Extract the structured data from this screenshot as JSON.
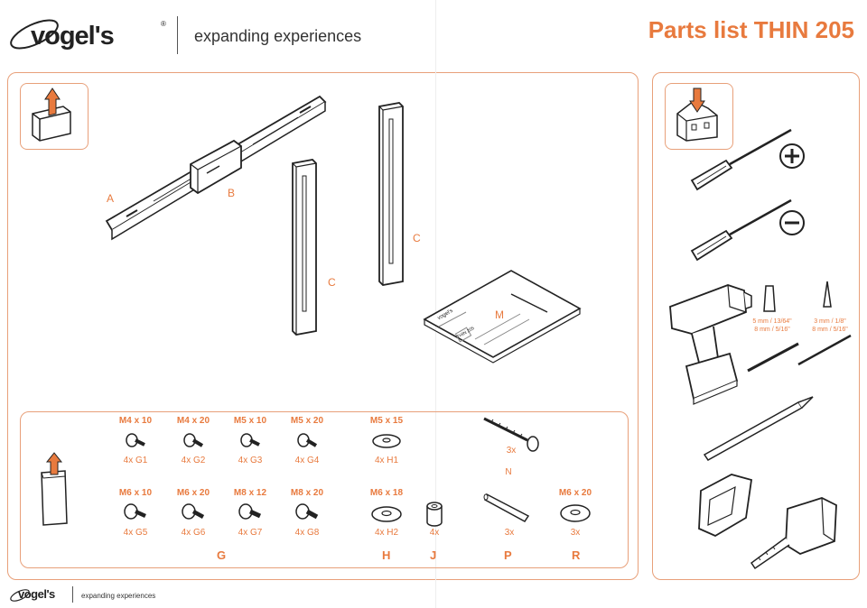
{
  "header": {
    "brand": "vogel's",
    "registered": "®",
    "tagline": "expanding experiences",
    "title": "Parts list THIN 205"
  },
  "footer": {
    "brand": "vogel's",
    "tagline": "expanding experiences"
  },
  "parts": {
    "A": "A",
    "B": "B",
    "C1": "C",
    "C2": "C",
    "M": "M"
  },
  "manual": {
    "brand": "vogel's",
    "model": "THIN 205"
  },
  "screws_row1": [
    {
      "size": "M4 x 10",
      "qty": "4x G1"
    },
    {
      "size": "M4 x 20",
      "qty": "4x G2"
    },
    {
      "size": "M5 x 10",
      "qty": "4x G3"
    },
    {
      "size": "M5 x 20",
      "qty": "4x G4"
    }
  ],
  "screws_row2": [
    {
      "size": "M6 x 10",
      "qty": "4x G5"
    },
    {
      "size": "M6 x 20",
      "qty": "4x G6"
    },
    {
      "size": "M8 x 12",
      "qty": "4x G7"
    },
    {
      "size": "M8 x 20",
      "qty": "4x G8"
    }
  ],
  "washers": {
    "h1_size": "M5 x 15",
    "h1_qty": "4x H1",
    "h2_size": "M6 x 18",
    "h2_qty": "4x H2",
    "j_qty": "4x",
    "n_qty": "3x",
    "n_label": "N",
    "p_qty": "3x",
    "r_size": "M6 x 20",
    "r_qty": "3x"
  },
  "groups": {
    "G": "G",
    "H": "H",
    "J": "J",
    "P": "P",
    "R": "R"
  },
  "drill_bits": {
    "concrete_line1": "5 mm / 13/64\"",
    "concrete_line2": "8 mm / 5/16\"",
    "wood_line1": "3 mm / 1/8\"",
    "wood_line2": "8 mm / 5/16\""
  },
  "colors": {
    "accent": "#e87a3e",
    "panel_border": "#e8a07a",
    "line": "#222222"
  }
}
